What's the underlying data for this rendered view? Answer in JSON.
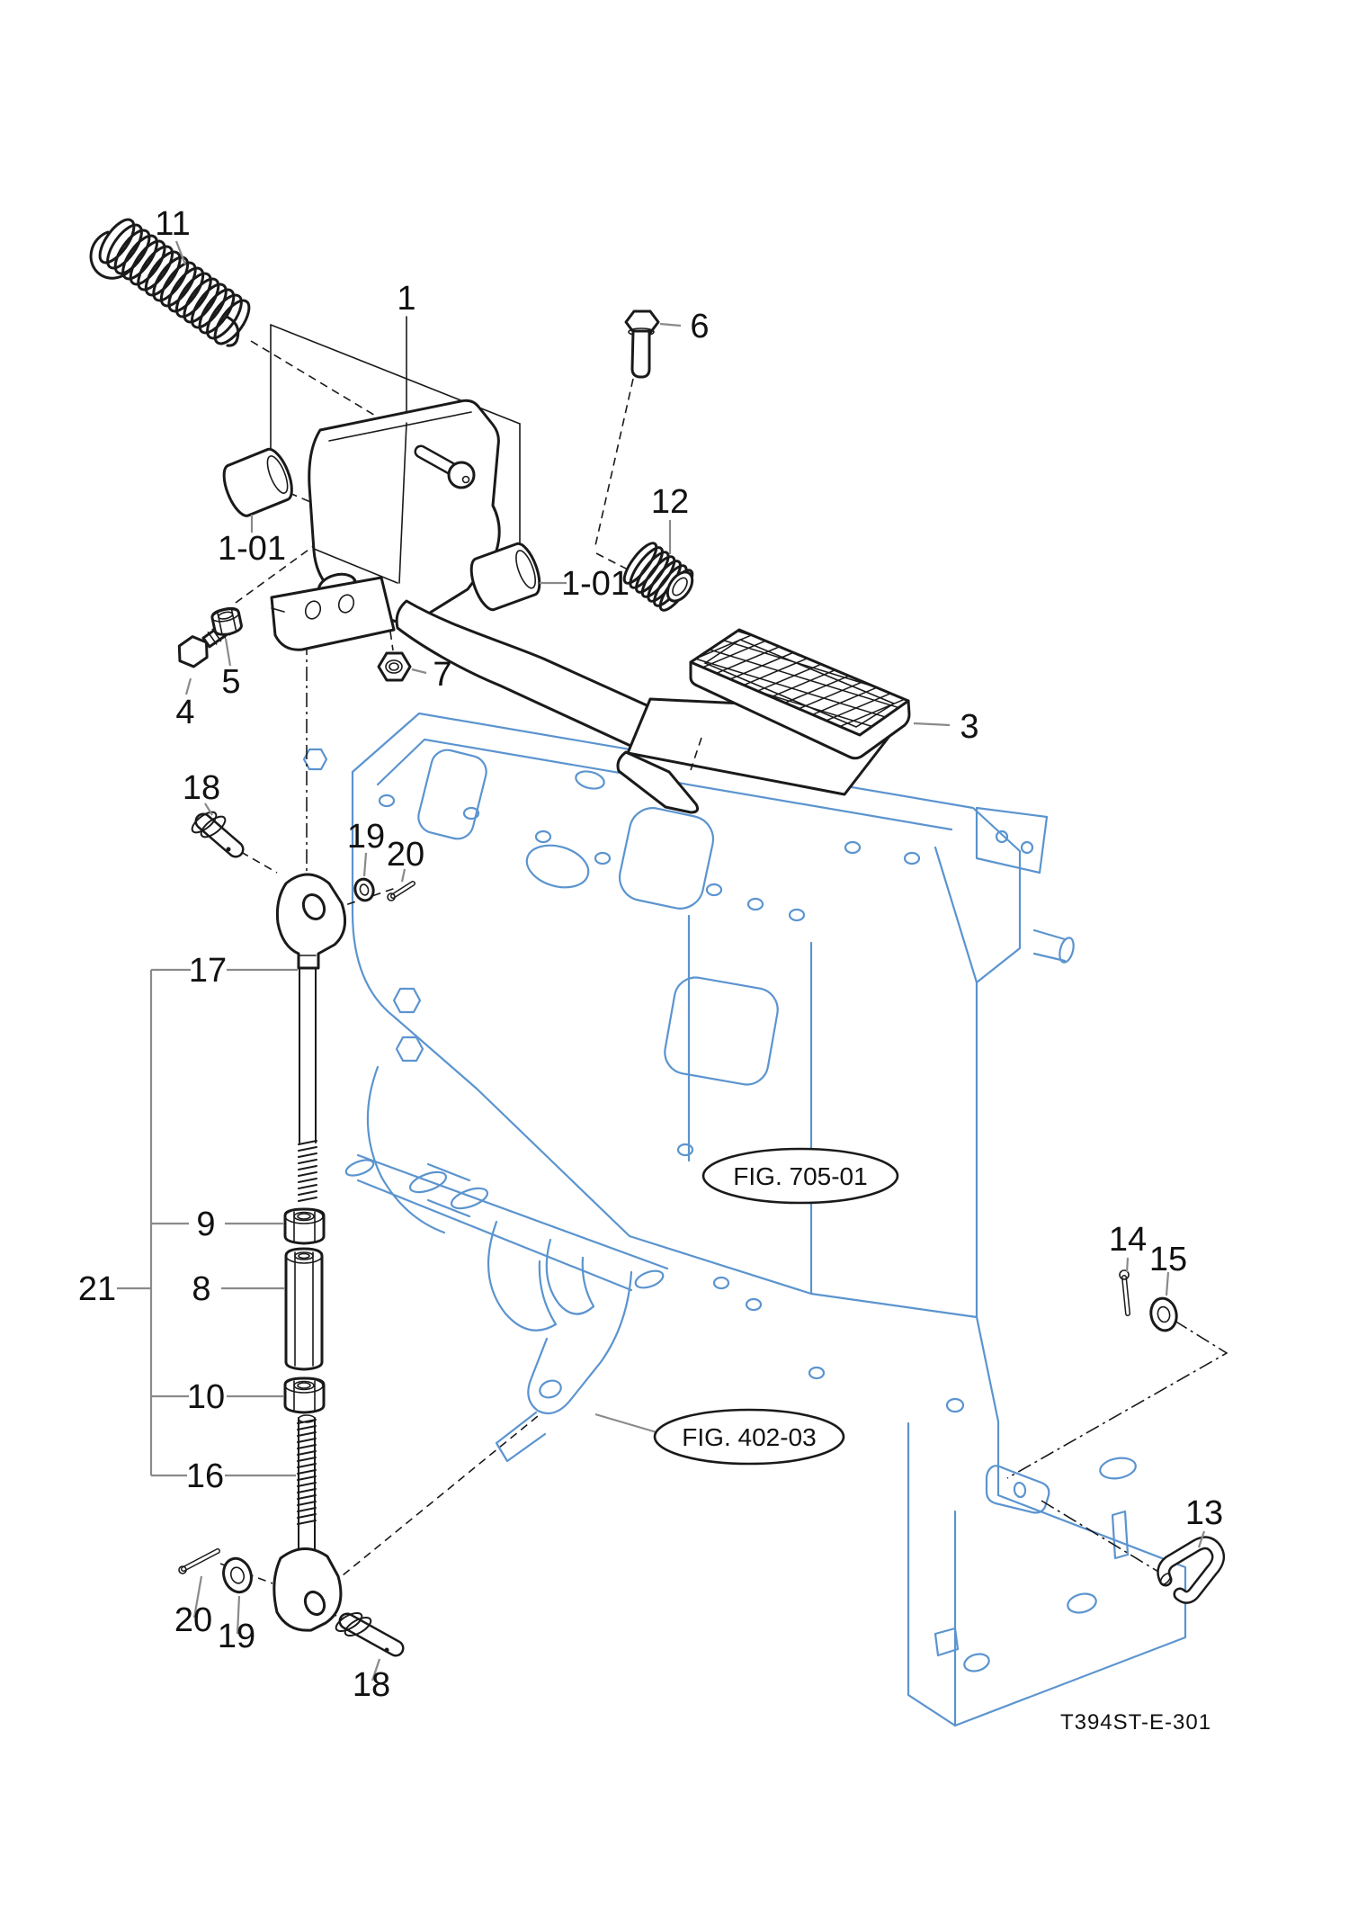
{
  "diagram": {
    "drawing_code": "T394ST-E-301",
    "fig_refs": {
      "fig_705_01": "FIG. 705-01",
      "fig_402_03": "FIG. 402-03"
    },
    "callouts": {
      "c1": "1",
      "c1_01a": "1-01",
      "c1_01b": "1-01",
      "c3": "3",
      "c4": "4",
      "c5": "5",
      "c6": "6",
      "c7": "7",
      "c8": "8",
      "c9": "9",
      "c10": "10",
      "c11": "11",
      "c12": "12",
      "c13": "13",
      "c14": "14",
      "c15": "15",
      "c16": "16",
      "c17": "17",
      "c18a": "18",
      "c18b": "18",
      "c19a": "19",
      "c19b": "19",
      "c20a": "20",
      "c20b": "20",
      "c21": "21"
    },
    "colors": {
      "line": "#1a1a1a",
      "frame": "#5b94cf",
      "leader": "#8a8a8a",
      "background": "#ffffff"
    }
  }
}
